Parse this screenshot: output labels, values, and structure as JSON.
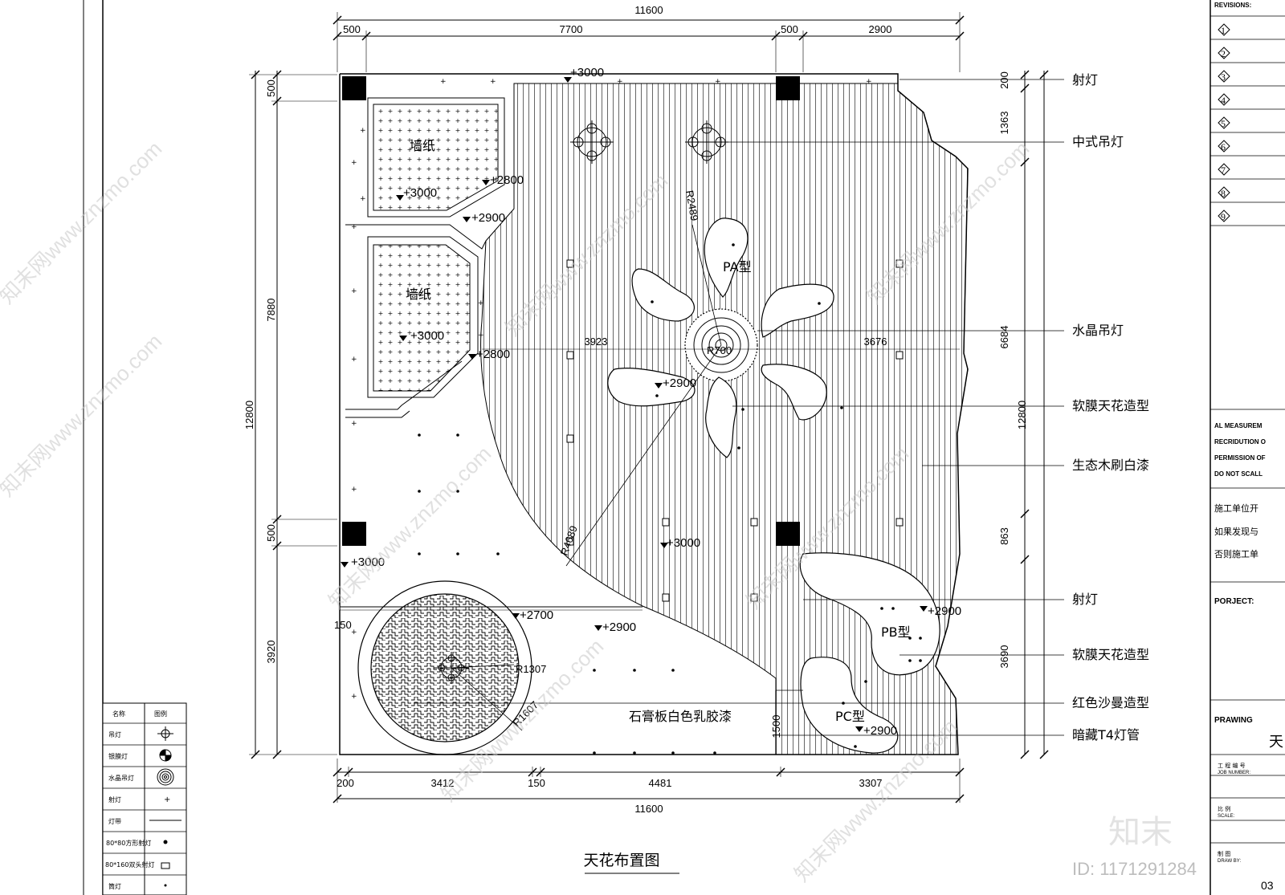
{
  "drawing_title": "天花布置图",
  "top_dims": {
    "total": "11600",
    "segments": [
      "500",
      "7700",
      "500",
      "2900"
    ]
  },
  "bottom_dims": {
    "total": "11600",
    "segments": [
      "200",
      "3412",
      "150",
      "4481",
      "3307"
    ]
  },
  "left_dims": {
    "total": "12800",
    "segments": [
      "500",
      "7880",
      "500",
      "3920"
    ],
    "small": [
      "150",
      "1500"
    ]
  },
  "right_dims": {
    "total": "12800",
    "segments": [
      "200",
      "1363",
      "6684",
      "863",
      "3690"
    ]
  },
  "interior_dims": {
    "left_width": "3923",
    "right_width": "3676"
  },
  "radii": {
    "r1": "R2489",
    "r2": "R700",
    "r3": "R4689",
    "r4": "R1307",
    "r5": "R1607"
  },
  "levels": [
    "+3000",
    "+3000",
    "+2800",
    "+2900",
    "+3000",
    "+2800",
    "+2900",
    "+3000",
    "+3000",
    "+2700",
    "+2900",
    "+2900",
    "+2900"
  ],
  "region_labels": {
    "wallpaper_1": "墙纸",
    "wallpaper_2": "墙纸",
    "pa": "PA型",
    "pb": "PB型",
    "pc": "PC型",
    "gypsum": "石膏板白色乳胶漆"
  },
  "callouts": [
    "射灯",
    "中式吊灯",
    "水晶吊灯",
    "软膜天花造型",
    "生态木刷白漆",
    "射灯",
    "软膜天花造型",
    "红色沙曼造型",
    "暗藏T4灯管"
  ],
  "title_block": {
    "revisions_label": "REVISIONS:",
    "revisions": [
      "1",
      "2",
      "3",
      "4",
      "5",
      "6",
      "7",
      "8",
      "9"
    ],
    "notes": [
      "AL MEASUREM",
      "RECRIDUTION O",
      "PERMISSION OF",
      "DO NOT SCALL"
    ],
    "cn_notes": [
      "施工单位开",
      "如果发现与",
      "否则施工单"
    ],
    "project_label": "PORJECT:",
    "drawing_label": "PRAWING",
    "drawing_char": "天",
    "job_cn": "工 程 编 号",
    "job_en": "JOB NUMBER:",
    "scale_cn": "比    例",
    "scale_en": "SCALE:",
    "draw_cn": "制    图",
    "draw_en": "DRAW BY:",
    "sheet_no": "03"
  },
  "legend": {
    "header": [
      "名称",
      "图例"
    ],
    "rows": [
      "吊灯",
      "银膜灯",
      "水晶吊灯",
      "射灯",
      "灯带",
      "80*80方形射灯",
      "80*160双头射灯",
      "筒灯"
    ]
  },
  "watermark": {
    "site": "知末网www.znzmo.com",
    "logo": "知末",
    "id": "ID: 1171291284"
  }
}
